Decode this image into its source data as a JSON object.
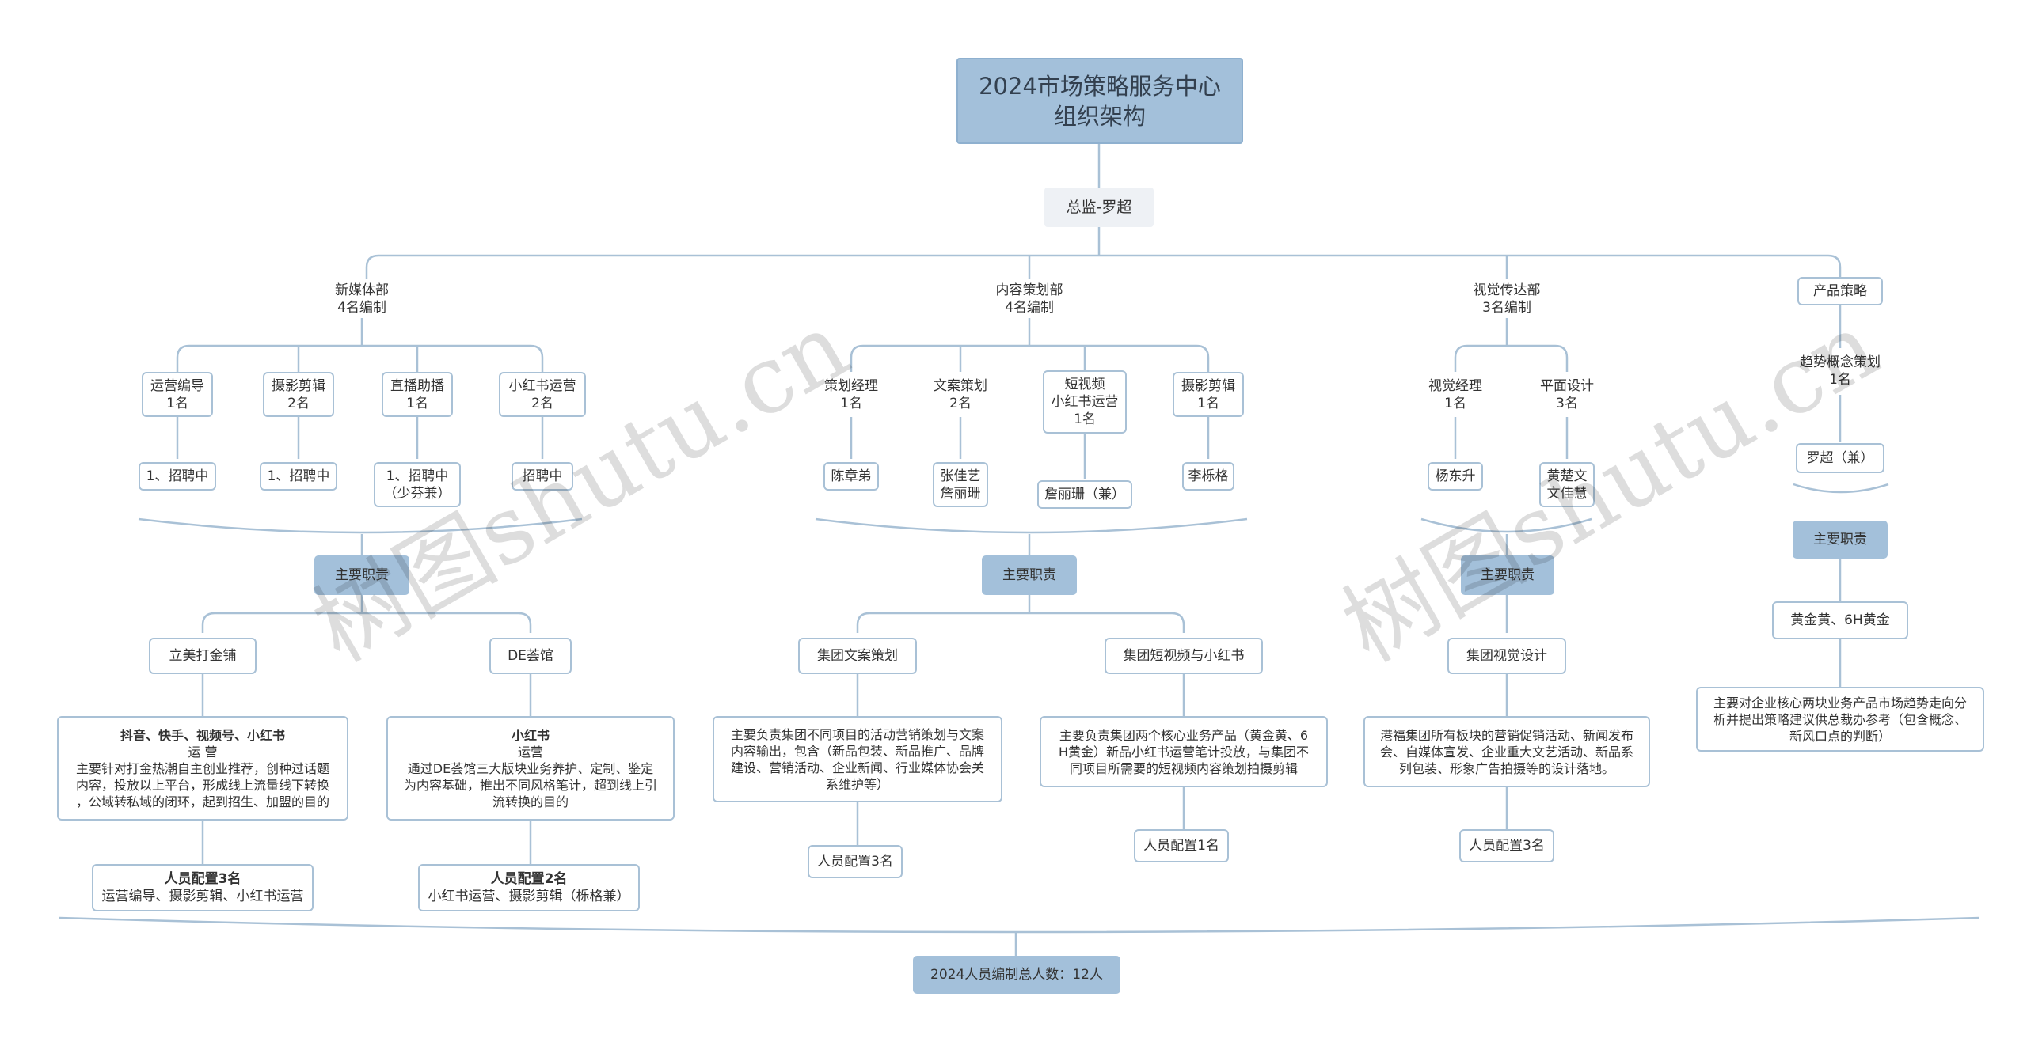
{
  "title": {
    "line1": "2024市场策略服务中心",
    "line2": "组织架构"
  },
  "director": "总监-罗超",
  "departments": {
    "newmedia": {
      "name": "新媒体部",
      "size": "4名编制",
      "roles": [
        {
          "name": "运营编导",
          "count": "1名",
          "staff": [
            "1、招聘中"
          ]
        },
        {
          "name": "摄影剪辑",
          "count": "2名",
          "staff": [
            "1、招聘中"
          ]
        },
        {
          "name": "直播助播",
          "count": "1名",
          "staff": [
            "1、招聘中",
            "（少芬兼）"
          ]
        },
        {
          "name": "小红书运营",
          "count": "2名",
          "staff": [
            "招聘中"
          ]
        }
      ],
      "duty": "主要职责",
      "units": [
        {
          "name": "立美打金铺",
          "desc": [
            "抖音、快手、视频号、小红书",
            "运 营",
            "主要针对打金热潮自主创业推荐，创种过话题",
            "内容，投放以上平台，形成线上流量线下转换",
            "，公域转私域的闭环，起到招生、加盟的目的"
          ],
          "staffing": {
            "title": "人员配置3名",
            "detail": "运营编导、摄影剪辑、小红书运营"
          }
        },
        {
          "name": "DE荟馆",
          "desc": [
            "小红书",
            "运营",
            "通过DE荟馆三大版块业务养护、定制、鉴定",
            "为内容基础，推出不同风格笔计，超到线上引",
            "流转换的目的"
          ],
          "staffing": {
            "title": "人员配置2名",
            "detail": "小红书运营、摄影剪辑（栎格兼）"
          }
        }
      ]
    },
    "content": {
      "name": "内容策划部",
      "size": "4名编制",
      "roles": [
        {
          "name": "策划经理",
          "count": "1名",
          "staff": [
            "陈章弟"
          ]
        },
        {
          "name": "文案策划",
          "count": "2名",
          "staff": [
            "张佳艺",
            "詹丽珊"
          ]
        },
        {
          "name": "短视频",
          "name2": "小红书运营",
          "count": "1名",
          "staff": [
            "詹丽珊（兼）"
          ]
        },
        {
          "name": "摄影剪辑",
          "count": "1名",
          "staff": [
            "李栎格"
          ]
        }
      ],
      "duty": "主要职责",
      "units": [
        {
          "name": "集团文案策划",
          "desc": [
            "主要负责集团不同项目的活动营销策划与文案",
            "内容输出，包含（新品包装、新品推广、品牌",
            "建设、营销活动、企业新闻、行业媒体协会关",
            "系维护等）"
          ],
          "staffing": {
            "title": "人员配置3名"
          }
        },
        {
          "name": "集团短视频与小红书",
          "desc": [
            "主要负责集团两个核心业务产品（黄金黄、6",
            "H黄金）新品小红书运营笔计投放，与集团不",
            "同项目所需要的短视频内容策划拍摄剪辑"
          ],
          "staffing": {
            "title": "人员配置1名"
          }
        }
      ]
    },
    "visual": {
      "name": "视觉传达部",
      "size": "3名编制",
      "roles": [
        {
          "name": "视觉经理",
          "count": "1名",
          "staff": [
            "杨东升"
          ]
        },
        {
          "name": "平面设计",
          "count": "3名",
          "staff": [
            "黄楚文",
            "文佳慧"
          ]
        }
      ],
      "duty": "主要职责",
      "units": [
        {
          "name": "集团视觉设计",
          "desc": [
            "港福集团所有板块的营销促销活动、新闻发布",
            "会、自媒体宣发、企业重大文艺活动、新品系",
            "列包装、形象广告拍摄等的设计落地。"
          ],
          "staffing": {
            "title": "人员配置3名"
          }
        }
      ]
    },
    "product": {
      "name": "产品策略",
      "roles": [
        {
          "name": "趋势概念策划",
          "count": "1名",
          "staff": [
            "罗超（兼）"
          ]
        }
      ],
      "duty": "主要职责",
      "units": [
        {
          "name": "黄金黄、6H黄金",
          "desc": [
            "主要对企业核心两块业务产品市场趋势走向分",
            "析并提出策略建议供总裁办参考（包含概念、",
            "新风口点的判断）"
          ]
        }
      ]
    }
  },
  "total": "2024人员编制总人数：12人",
  "watermark": "树图shutu.cn",
  "colors": {
    "line": "#a9c1d6",
    "accent": "#a3c0da",
    "director_bg": "#eef1f5"
  }
}
